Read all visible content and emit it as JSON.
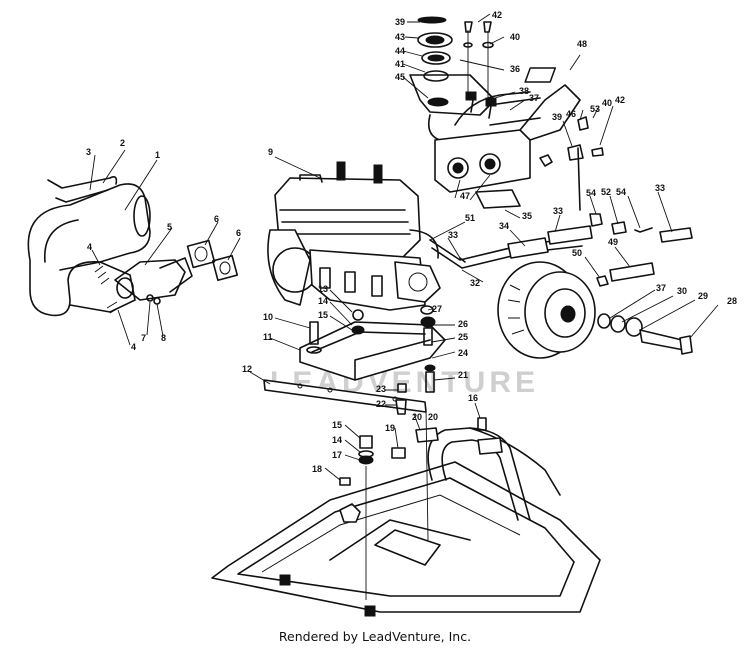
{
  "watermark": "LEADVENTURE",
  "footer": "Rendered by LeadVenture, Inc.",
  "callouts": [
    "39",
    "43",
    "44",
    "41",
    "45",
    "42",
    "40",
    "36",
    "38",
    "37",
    "48",
    "39",
    "46",
    "53",
    "40",
    "42",
    "9",
    "3",
    "2",
    "1",
    "5",
    "6",
    "6",
    "4",
    "4",
    "7",
    "8",
    "51",
    "47",
    "35",
    "33",
    "34",
    "33",
    "54",
    "52",
    "54",
    "33",
    "49",
    "50",
    "37",
    "30",
    "29",
    "28",
    "32",
    "10",
    "11",
    "13",
    "14",
    "15",
    "12",
    "23",
    "22",
    "27",
    "26",
    "25",
    "24",
    "21",
    "16",
    "15",
    "14",
    "17",
    "18",
    "19",
    "20"
  ]
}
